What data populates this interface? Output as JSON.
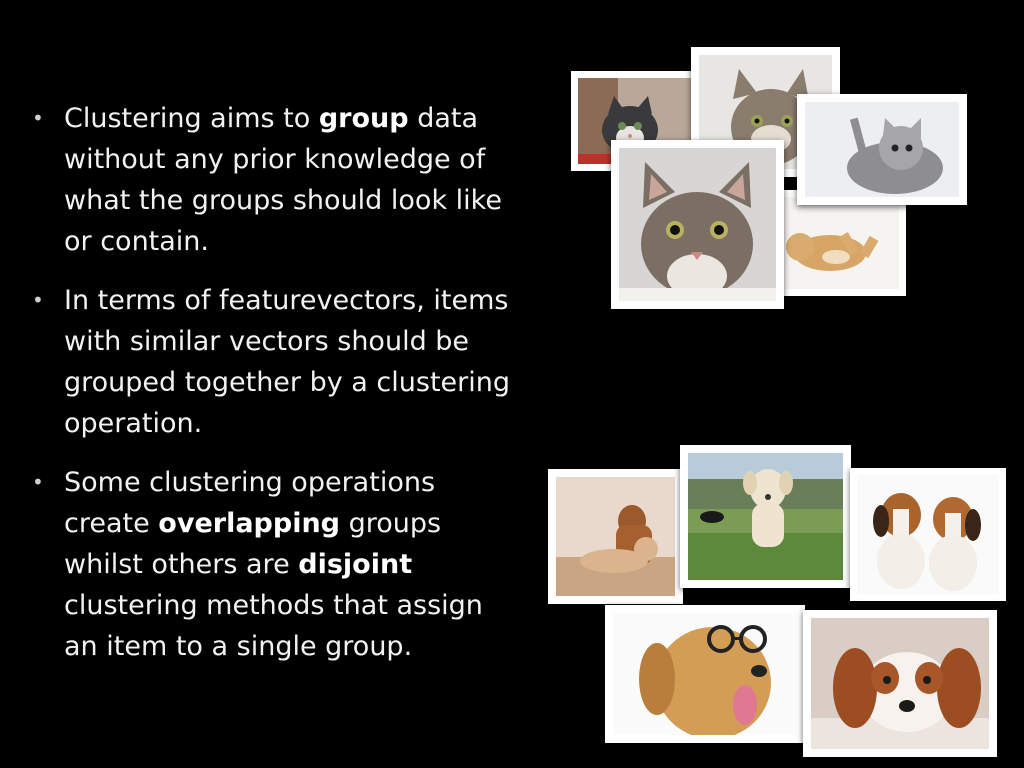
{
  "bullets": [
    {
      "parts": [
        {
          "text": "Clustering aims to ",
          "bold": false
        },
        {
          "text": "group",
          "bold": true
        },
        {
          "text": " data without any prior knowledge of what the groups should look like or contain.",
          "bold": false
        }
      ]
    },
    {
      "parts": [
        {
          "text": "In terms of featurevectors, items with similar vectors should be grouped together by a clustering operation.",
          "bold": false
        }
      ]
    },
    {
      "parts": [
        {
          "text": "Some clustering operations create ",
          "bold": false
        },
        {
          "text": "overlapping",
          "bold": true
        },
        {
          "text": " groups whilst others are ",
          "bold": false
        },
        {
          "text": "disjoint",
          "bold": true
        },
        {
          "text": " clustering methods that assign an item to a single group.",
          "bold": false
        }
      ]
    }
  ],
  "bullet_glyph": "•",
  "collages": {
    "cats": [
      "gray-kitten-photo",
      "tabby-kitten-photo",
      "fluffy-kitten-photo",
      "wide-eyed-cat-photo",
      "orange-kitten-rolling-photo"
    ],
    "dogs": [
      "dachshund-puppies-photo",
      "labrador-puppy-photo",
      "beagle-puppies-photo",
      "golden-retriever-glasses-photo",
      "spaniel-puppy-photo"
    ]
  }
}
